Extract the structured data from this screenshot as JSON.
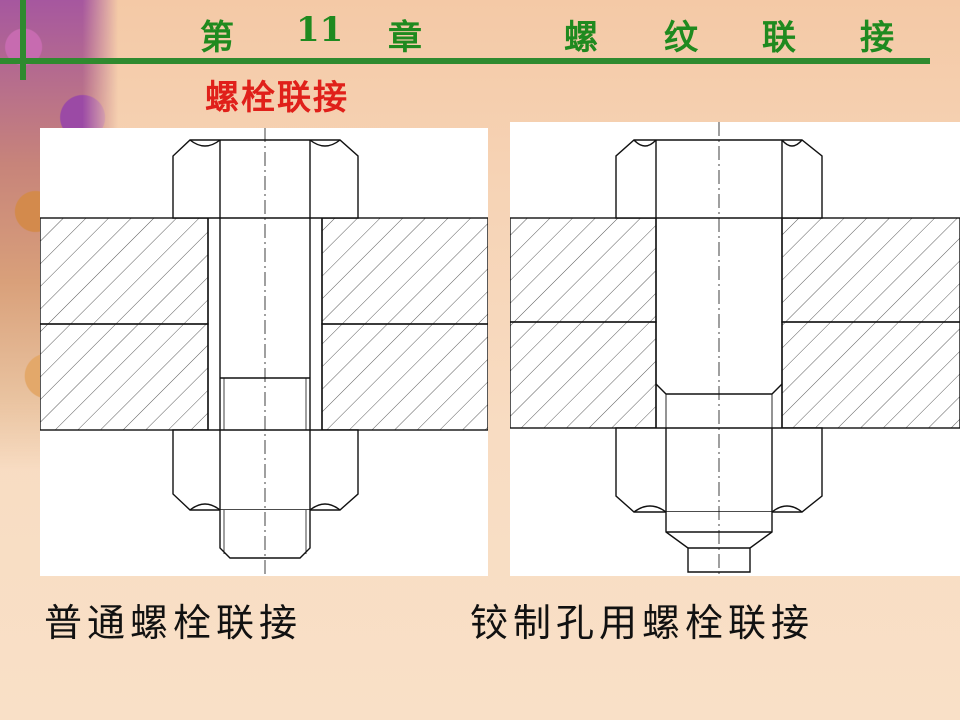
{
  "header": {
    "chapter_prefix": "第",
    "chapter_number": "11",
    "chapter_suffix": "章",
    "title_chars": [
      "螺",
      "纹",
      "联",
      "接"
    ],
    "subtitle": "螺栓联接"
  },
  "panels": [
    {
      "caption": "普通螺栓联接",
      "variant": "ordinary"
    },
    {
      "caption": "铰制孔用螺栓联接",
      "variant": "reamed"
    }
  ],
  "colors": {
    "title_green": "#1f8a1f",
    "subtitle_red": "#e0201a",
    "rule_green": "#2f8a2f"
  }
}
